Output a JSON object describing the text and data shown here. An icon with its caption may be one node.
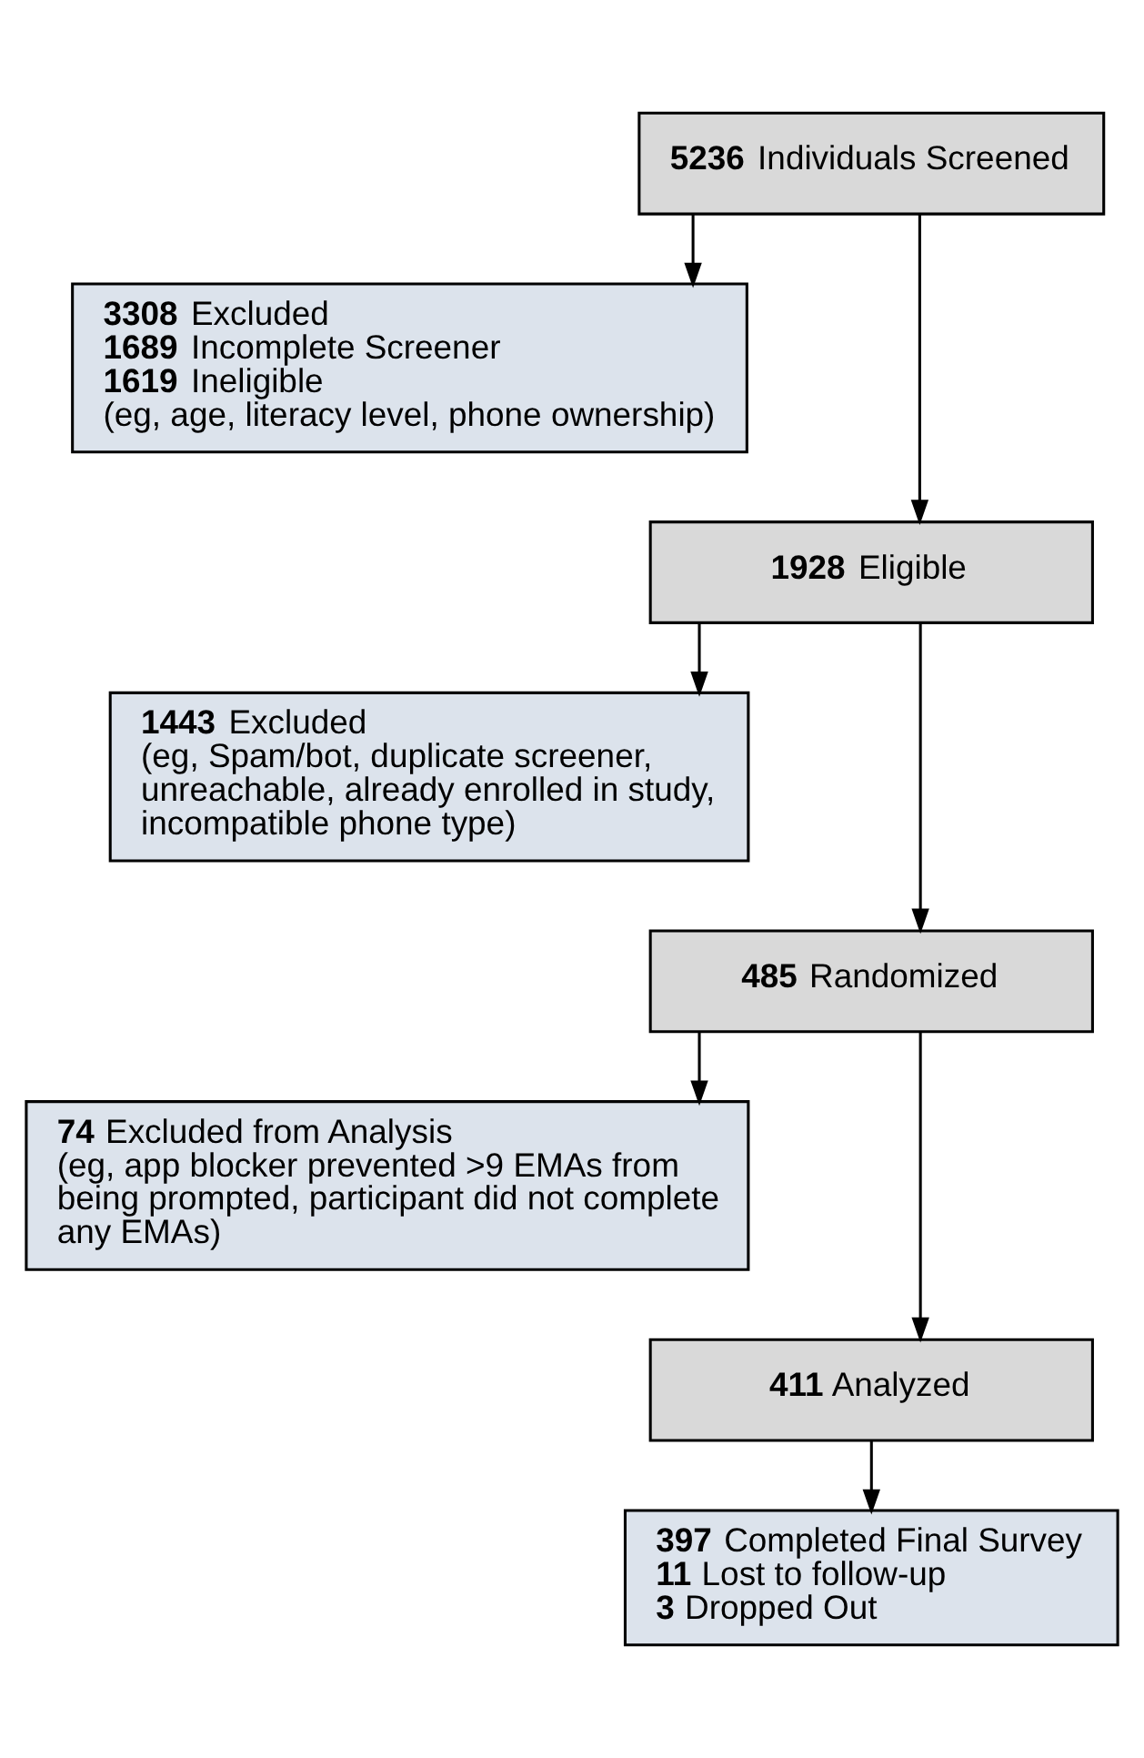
{
  "diagram": {
    "nodes": [
      {
        "text": [
          "**5236** Individuals Screened"
        ]
      },
      {
        "text": [
          "**3308** Excluded",
          "**1689** Incomplete Screener",
          "**1619** Ineligible",
          "(eg, age, literacy level, phone ownership)"
        ]
      },
      {
        "text": [
          "**1928** Eligible"
        ]
      },
      {
        "text": [
          "**1443** Excluded",
          "(eg, Spam/bot, duplicate screener, unreachable, already enrolled in study, incompatible phone type)"
        ]
      },
      {
        "text": [
          "**485** Randomized"
        ]
      },
      {
        "text": [
          "**74** Excluded from Analysis",
          "(eg, app blocker prevented >9 EMAs from being prompted, participant did not complete any EMAs)"
        ]
      },
      {
        "text": [
          "**411** Analyzed"
        ]
      },
      {
        "text": [
          "**397** Completed Final Survey",
          "**11** Lost to follow-up",
          "**3** Dropped Out"
        ]
      }
    ],
    "edges": [
      {
        "from": 0,
        "to": 2,
        "arrow": "to"
      },
      {
        "from": 0,
        "to": 1,
        "arrow": "to"
      },
      {
        "from": 2,
        "to": 4,
        "arrow": "to"
      },
      {
        "from": 2,
        "to": 3,
        "arrow": "to"
      },
      {
        "from": 4,
        "to": 6,
        "arrow": "to"
      },
      {
        "from": 4,
        "to": 5,
        "arrow": "to"
      },
      {
        "from": 6,
        "to": 7,
        "arrow": "to"
      }
    ]
  }
}
